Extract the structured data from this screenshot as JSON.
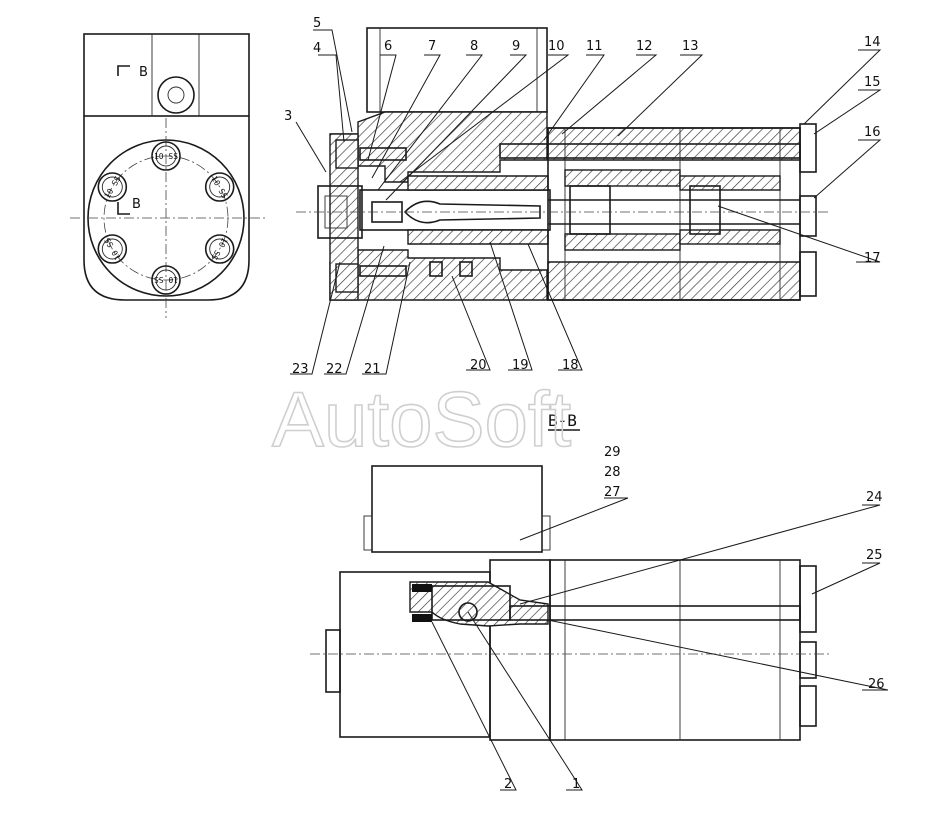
{
  "watermark": "AutoSoft",
  "section_label": "B-B",
  "view_labels": {
    "top": "B",
    "bottom": "B"
  },
  "bolt_marks": [
    "10 SS",
    "10 SS",
    "10 SS",
    "10 SS",
    "10 SS",
    "10 SS"
  ],
  "callouts_upper": [
    {
      "id": "c3",
      "text": "3"
    },
    {
      "id": "c4",
      "text": "4"
    },
    {
      "id": "c5",
      "text": "5"
    },
    {
      "id": "c6",
      "text": "6"
    },
    {
      "id": "c7",
      "text": "7"
    },
    {
      "id": "c8",
      "text": "8"
    },
    {
      "id": "c9",
      "text": "9"
    },
    {
      "id": "c10",
      "text": "10"
    },
    {
      "id": "c11",
      "text": "11"
    },
    {
      "id": "c12",
      "text": "12"
    },
    {
      "id": "c13",
      "text": "13"
    },
    {
      "id": "c14",
      "text": "14"
    },
    {
      "id": "c15",
      "text": "15"
    },
    {
      "id": "c16",
      "text": "16"
    },
    {
      "id": "c17",
      "text": "17"
    },
    {
      "id": "c18",
      "text": "18"
    },
    {
      "id": "c19",
      "text": "19"
    },
    {
      "id": "c20",
      "text": "20"
    },
    {
      "id": "c21",
      "text": "21"
    },
    {
      "id": "c22",
      "text": "22"
    },
    {
      "id": "c23",
      "text": "23"
    }
  ],
  "callouts_lower": [
    {
      "id": "c1",
      "text": "1"
    },
    {
      "id": "c2",
      "text": "2"
    },
    {
      "id": "c24",
      "text": "24"
    },
    {
      "id": "c25",
      "text": "25"
    },
    {
      "id": "c26",
      "text": "26"
    },
    {
      "id": "c27",
      "text": "27"
    },
    {
      "id": "c28",
      "text": "28"
    },
    {
      "id": "c29",
      "text": "29"
    }
  ]
}
